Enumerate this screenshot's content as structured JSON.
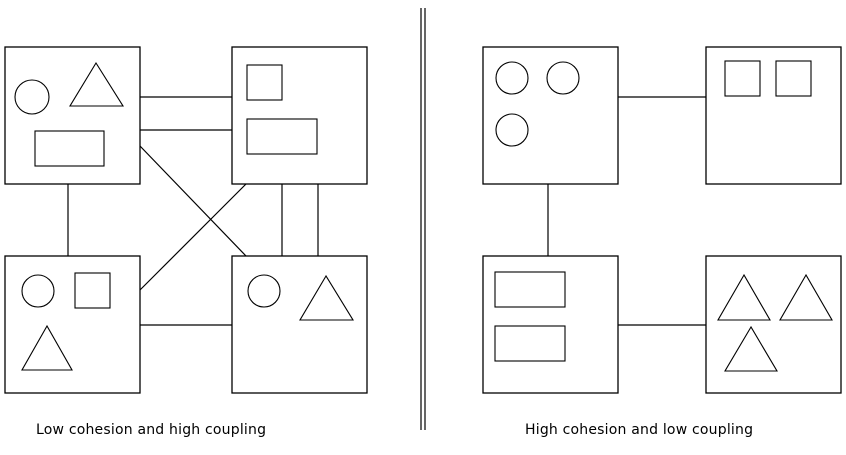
{
  "diagrams": [
    {
      "caption": "Low cohesion and high coupling",
      "modules": [
        {
          "shapes": [
            "circle",
            "triangle",
            "rectangle"
          ]
        },
        {
          "shapes": [
            "square",
            "rectangle"
          ]
        },
        {
          "shapes": [
            "circle",
            "square",
            "triangle"
          ]
        },
        {
          "shapes": [
            "circle",
            "triangle"
          ]
        }
      ]
    },
    {
      "caption": "High cohesion and low coupling",
      "modules": [
        {
          "shapes": [
            "circle",
            "circle",
            "circle"
          ]
        },
        {
          "shapes": [
            "square",
            "square"
          ]
        },
        {
          "shapes": [
            "rectangle",
            "rectangle"
          ]
        },
        {
          "shapes": [
            "triangle",
            "triangle",
            "triangle"
          ]
        }
      ]
    }
  ],
  "colors": {
    "stroke": "#000000",
    "background": "#ffffff"
  }
}
